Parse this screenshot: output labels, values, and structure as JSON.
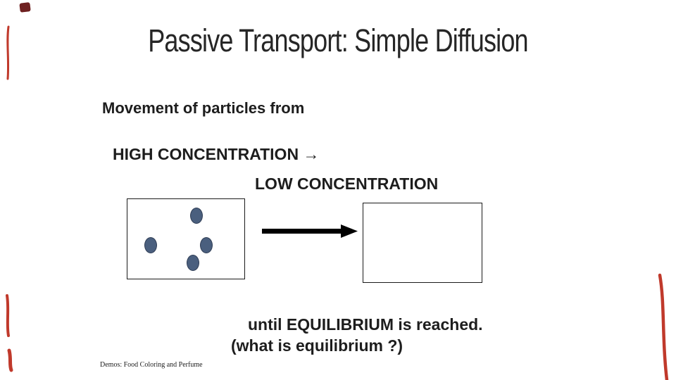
{
  "slide": {
    "title": "Passive Transport: Simple Diffusion",
    "body_line1": "Movement of particles from",
    "body_line2": "HIGH CONCENTRATION →",
    "body_line3": "LOW CONCENTRATION",
    "body_line4": "until EQUILIBRIUM is reached.",
    "body_line5": "(what is equilibrium ?)",
    "citation": "Demos: Food Coloring and Perfume"
  },
  "diagram": {
    "high_concentration_box_particles": 4,
    "low_concentration_box_particles": 0,
    "arrow_direction": "right"
  },
  "colors": {
    "text": "#1d1d1d",
    "title_text": "#262626",
    "particle_fill": "#4a5f7e",
    "particle_border": "#2f3d55",
    "box_border": "#1a1a1a",
    "arrow": "#000000",
    "ink_red": "#c0392b",
    "corner_maroon": "#6e2020"
  }
}
